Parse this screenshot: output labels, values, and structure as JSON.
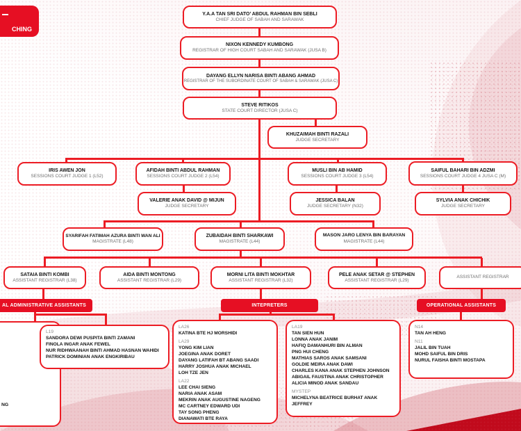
{
  "colors": {
    "accent_red": "#ec1c24",
    "banner_red": "#e60f23",
    "dark_wedge": "#c10a1c",
    "role_text": "#6e6e6e"
  },
  "corner_badge": {
    "visible_text": "CHING"
  },
  "org": {
    "chief": {
      "name": "Y.A.A TAN SRI DATO’ ABDUL RAHMAN BIN SEBLI",
      "role": "CHIEF JUDGE OF SABAH AND SARAWAK"
    },
    "registrar_high": {
      "name": "NIXON KENNEDY KUMBONG",
      "role": "REGISTRAR OF HIGH COURT SABAH AND SARAWAK (JUSA B)"
    },
    "registrar_sub": {
      "name": "DAYANG ELLYN NARISA BINTI ABANG AHMAD",
      "role": "REGISTRAR OF THE SUBORDINATE COURT OF SABAH & SARAWAK (JUSA C)"
    },
    "director": {
      "name": "STEVE RITIKOS",
      "role": "STATE COURT DIRECTOR (JUSA C)"
    },
    "judge_sec_director": {
      "name": "KHUZAIMAH BINTI RAZALI",
      "role": "JUDGE SECRETARY"
    },
    "scj1": {
      "name": "IRIS AWEN JON",
      "role": "SESSIONS COURT JUDGE 1 (L52)"
    },
    "scj2": {
      "name": "AFIDAH BINTI ABDUL RAHMAN",
      "role": "SESSIONS COURT JUDGE 2 (L54)"
    },
    "scj3": {
      "name": "MUSLI BIN AB HAMID",
      "role": "SESSIONS COURT JUDGE 3 (L54)"
    },
    "scj4": {
      "name": "SAIFUL BAHARI BIN ADZMI",
      "role": "SESSIONS COURT JUDGE 4 JUSA C (M)"
    },
    "sec2": {
      "name": "VALERIE ANAK DAVID @ MIJUN",
      "role": "JUDGE SECRETARY"
    },
    "sec3": {
      "name": "JESSICA BALAN",
      "role": "JUDGE SECRETARY (N32)"
    },
    "sec4": {
      "name": "SYLVIA ANAK CHICHIK",
      "role": "JUDGE SECRETARY"
    },
    "mag1": {
      "name": "SYARIFAH FATIMAH AZURA BINTI WAN ALI",
      "role": "MAGISTRATE (L48)"
    },
    "mag2": {
      "name": "ZUBAIDAH BINTI SHARKAWI",
      "role": "MAGISTRATE (L44)"
    },
    "mag3": {
      "name": "MASON JARO LENYA BIN BARAYAN",
      "role": "MAGISTRATE (L44)"
    },
    "ar1": {
      "name": "SATAIA BINTI KOMBI",
      "role": "ASSISTANT REGISTRAR (L38)"
    },
    "ar2": {
      "name": "AIDA BINTI MONTONG",
      "role": "ASSISTANT REGISTRAR (L29)"
    },
    "ar3": {
      "name": "MORNI LITA BINTI MOKHTAR",
      "role": "ASSISTANT REGISTRAR (L32)"
    },
    "ar4": {
      "name": "PELE ANAK SETAR @ STEPHEN",
      "role": "ASSISTANT REGISTRAR (L29)"
    },
    "ar5": {
      "name": "",
      "role": "ASSISTANT REGISTRAR"
    }
  },
  "groups": {
    "admin": {
      "banner_visible_text": "AL ADMINISTRATIVE ASSISTANTS",
      "cutoff_box_fragment": "NG",
      "box": {
        "lines": [
          {
            "kind": "grade",
            "text": "L19"
          },
          {
            "kind": "name",
            "text": "SANDORA DEWI PUSPITA BINTI ZAMANI"
          },
          {
            "kind": "name",
            "text": "FINOLA INGAR ANAK FEWEL"
          },
          {
            "kind": "name",
            "text": "NUR RIDHWAANAH BINTI AHMAD HASNAN WAHIDI"
          },
          {
            "kind": "name",
            "text": "PATRICK DOMINIAN ANAK ENGKIRIBAU"
          }
        ]
      }
    },
    "interpreters": {
      "banner": "INTEPRETERS",
      "box_a": {
        "lines": [
          {
            "kind": "grade",
            "text": "LA26"
          },
          {
            "kind": "name",
            "text": "KATINA BTE HJ MORSHIDI"
          },
          {
            "kind": "grade",
            "text": "LA29"
          },
          {
            "kind": "name",
            "text": "YONG KIM LIAN"
          },
          {
            "kind": "name",
            "text": "JOEGINA ANAK DORET"
          },
          {
            "kind": "name",
            "text": "DAYANG LATIFAH BT ABANG SAADI"
          },
          {
            "kind": "name",
            "text": "HARRY JOSHUA ANAK MICHAEL"
          },
          {
            "kind": "name",
            "text": "LOH TZE JEN"
          },
          {
            "kind": "grade",
            "text": "LA22"
          },
          {
            "kind": "name",
            "text": "LEE CHAI SIENG"
          },
          {
            "kind": "name",
            "text": "NARIA ANAK ASAM"
          },
          {
            "kind": "name",
            "text": "MEKRIN ANAK AUGUSTINE NAGENG"
          },
          {
            "kind": "name",
            "text": "MC CARTNEY EDWARD UDI"
          },
          {
            "kind": "name",
            "text": "TAY SONG PHENG"
          },
          {
            "kind": "name",
            "text": "DIANAWATI BTE RAYA"
          }
        ]
      },
      "box_b": {
        "lines": [
          {
            "kind": "grade",
            "text": "LA19"
          },
          {
            "kind": "name",
            "text": "TAN SIEN HUN"
          },
          {
            "kind": "name",
            "text": "LONNA ANAK JANIM"
          },
          {
            "kind": "name",
            "text": "HAFIQ DAMANHURI BIN ALMAN"
          },
          {
            "kind": "name",
            "text": "PNG HUI CHENG"
          },
          {
            "kind": "name",
            "text": "MATHIAS SAROS ANAK SAMSANI"
          },
          {
            "kind": "name",
            "text": "GOLDIE MEIRA ANAK DAWI"
          },
          {
            "kind": "name",
            "text": "CHARLES KANA ANAK STEPHEN JOHNSON"
          },
          {
            "kind": "name",
            "text": "ABIGAIL FAUSTINA ANAK CHRISTOPHER"
          },
          {
            "kind": "name",
            "text": "ALICIA MINOD ANAK SANDAU"
          },
          {
            "kind": "grade",
            "text": "MYSTEP"
          },
          {
            "kind": "name",
            "text": "MICHELYNA BEATRICE BURHAT ANAK JEFFREY"
          }
        ]
      }
    },
    "operational": {
      "banner": "OPERATIONAL ASSISTANTS",
      "box": {
        "lines": [
          {
            "kind": "grade",
            "text": "N14"
          },
          {
            "kind": "name",
            "text": "TAN AH HENG"
          },
          {
            "kind": "grade",
            "text": "N11"
          },
          {
            "kind": "name",
            "text": "JALIL BIN TUAH"
          },
          {
            "kind": "name",
            "text": "MOHD SAIFUL BIN DRIS"
          },
          {
            "kind": "name",
            "text": "NURUL FAISHA BINTI MOSTAPA"
          }
        ]
      }
    }
  }
}
